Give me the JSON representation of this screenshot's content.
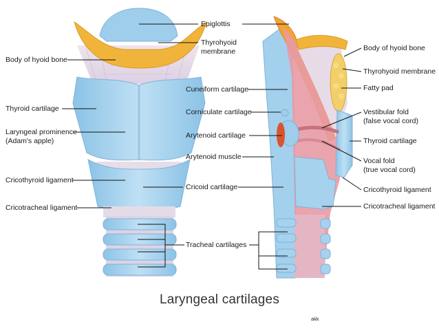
{
  "title": "Laryngeal cartilages",
  "credit": "akk",
  "labels": {
    "epiglottis": "Epiglottis",
    "thyrohyoid_membrane_front_1": "Thyrohyoid",
    "thyrohyoid_membrane_front_2": "membrane",
    "body_hyoid_left": "Body of hyoid bone",
    "thyroid_cartilage_left": "Thyroid cartilage",
    "laryngeal_prominence_1": "Laryngeal prominence",
    "laryngeal_prominence_2": "(Adam's apple)",
    "cricothyroid_ligament_left": "Cricothyroid ligament",
    "cricotracheal_ligament_left": "Cricotracheal ligament",
    "cuneiform_cartilage": "Cuneiform cartilage",
    "corniculate_cartilage": "Corniculate cartilage",
    "arytenoid_cartilage": "Arytenoid cartilage",
    "arytenoid_muscle": "Arytenoid muscle",
    "cricoid_cartilage": "Cricoid cartilage",
    "tracheal_cartilages": "Tracheal cartilages",
    "body_hyoid_right": "Body of hyoid bone",
    "thyrohyoid_membrane_right": "Thyrohyoid membrane",
    "fatty_pad": "Fatty pad",
    "vestibular_fold_1": "Vestibular fold",
    "vestibular_fold_2": "(false vocal cord)",
    "thyroid_cartilage_right": "Thyroid cartilage",
    "vocal_fold_1": "Vocal fold",
    "vocal_fold_2": "(true vocal cord)",
    "cricothyroid_ligament_right": "Cricothyroid ligament",
    "cricotracheal_ligament_right": "Cricotracheal ligament"
  },
  "colors": {
    "cartilage": "#a9d4ee",
    "cartilage_dark": "#7fb6dc",
    "hyoid": "#f0b43a",
    "membrane": "#e9dde6",
    "mucosa": "#e59aa3",
    "muscle": "#d9542e",
    "fat": "#f3cf6a",
    "leader": "#111111"
  }
}
